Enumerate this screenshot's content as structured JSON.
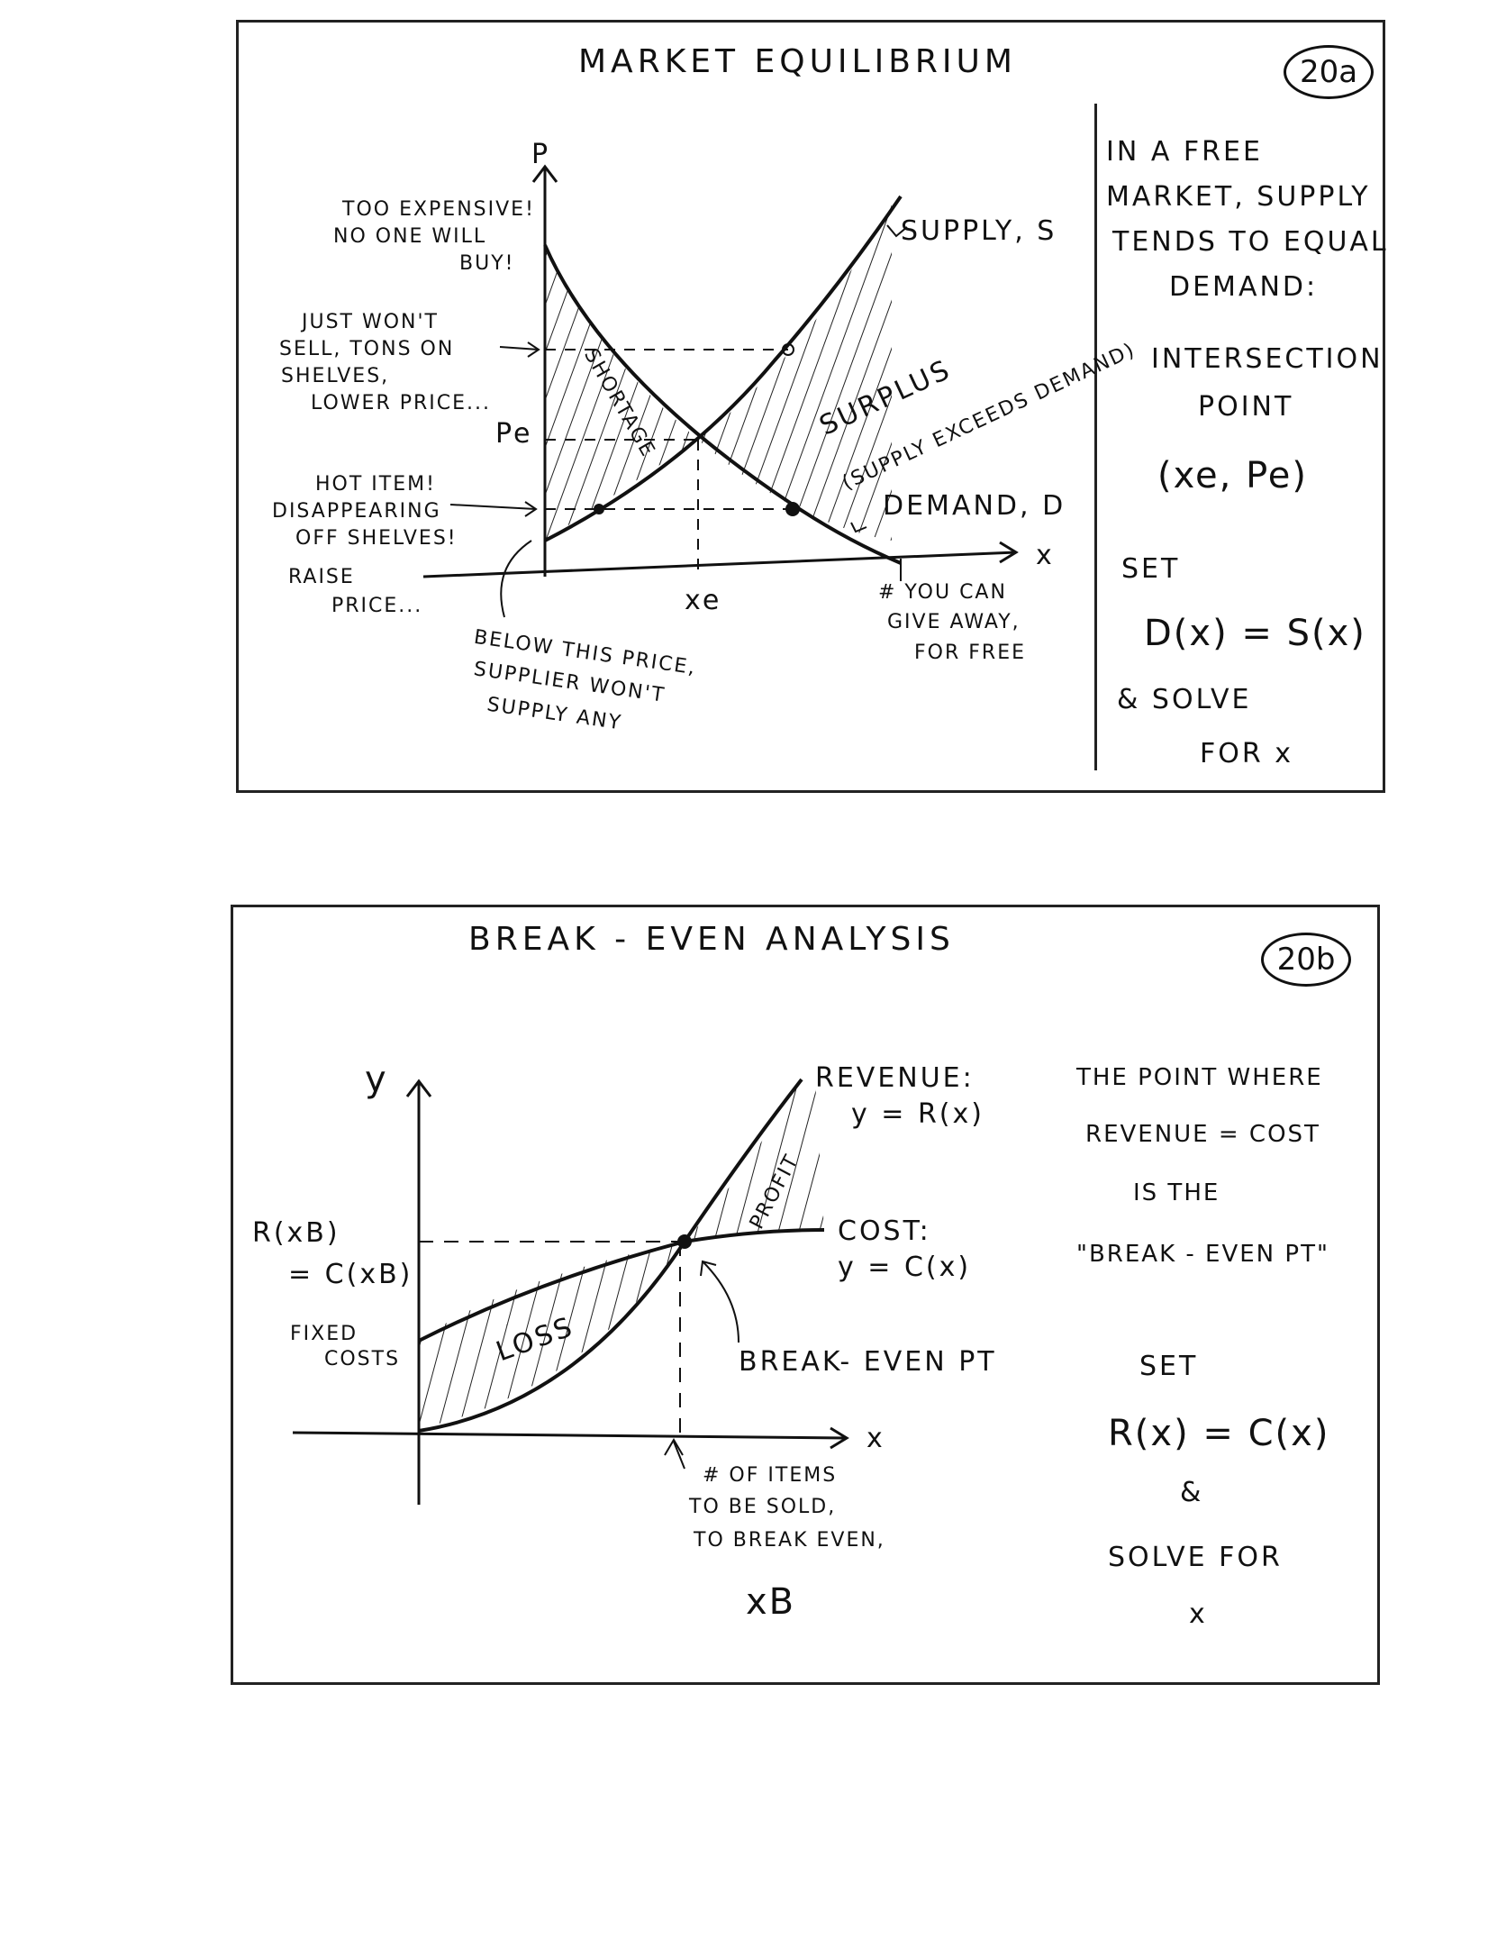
{
  "panel_a": {
    "title": "MARKET EQUILIBRIUM",
    "badge": "20a",
    "axis_p": "P",
    "axis_x": "x",
    "pe_label": "Pe",
    "xe_label": "xe",
    "supply_label": "SUPPLY, S",
    "demand_label": "DEMAND, D",
    "shortage_label": "SHORTAGE",
    "surplus_label": "SURPLUS",
    "surplus_note": "(SUPPLY EXCEEDS DEMAND)",
    "too_expensive": [
      "TOO EXPENSIVE!",
      "NO ONE WILL",
      "BUY!"
    ],
    "wont_sell": [
      "JUST WON'T",
      "SELL, TONS ON",
      "SHELVES,",
      "LOWER PRICE..."
    ],
    "hot_item": [
      "HOT ITEM!",
      "DISAPPEARING",
      "OFF SHELVES!",
      "RAISE",
      "PRICE..."
    ],
    "below_price": [
      "BELOW THIS PRICE,",
      "SUPPLIER WON'T",
      "SUPPLY ANY"
    ],
    "give_away": [
      "# YOU CAN",
      "GIVE AWAY,",
      "FOR FREE"
    ],
    "side_note": [
      "IN A FREE",
      "MARKET, SUPPLY",
      "TENDS TO EQUAL",
      "DEMAND:"
    ],
    "intersection": [
      "INTERSECTION",
      "POINT"
    ],
    "point": "(xe, Pe)",
    "set": "SET",
    "equation": "D(x) = S(x)",
    "solve": [
      "& SOLVE",
      "FOR x"
    ]
  },
  "panel_b": {
    "title": "BREAK - EVEN ANALYSIS",
    "badge": "20b",
    "axis_y": "y",
    "axis_x": "x",
    "revenue_label": [
      "REVENUE:",
      "y = R(x)"
    ],
    "cost_label": [
      "COST:",
      "y = C(x)"
    ],
    "profit_label": "PROFIT",
    "loss_label": "LOSS",
    "r_xb": [
      "R(xB)",
      "= C(xB)"
    ],
    "fixed_costs": [
      "FIXED",
      "COSTS"
    ],
    "break_even_pt": "BREAK- EVEN PT",
    "items_note": [
      "# OF ITEMS",
      "TO BE SOLD,",
      "TO BREAK EVEN,"
    ],
    "xb_label": "xB",
    "side_note": [
      "THE POINT WHERE",
      "REVENUE = COST",
      "IS THE",
      "\"BREAK - EVEN PT\""
    ],
    "set": "SET",
    "equation": "R(x) = C(x)",
    "and": "&",
    "solve": [
      "SOLVE FOR",
      "x"
    ]
  }
}
